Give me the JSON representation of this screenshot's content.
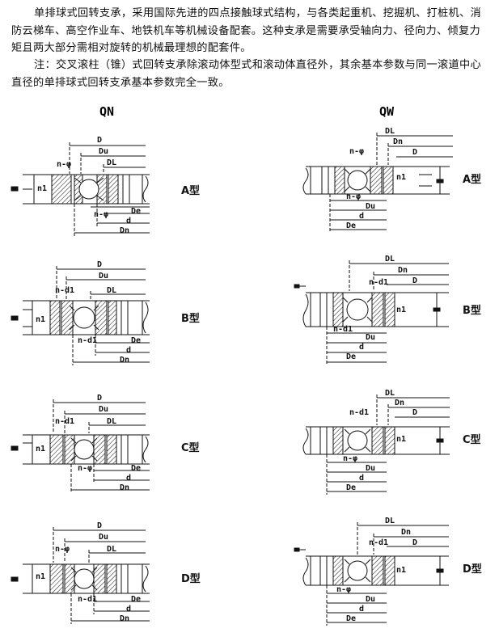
{
  "intro": {
    "paragraph1": "单排球式回转支承，采用国际先进的四点接触球式结构，与各类起重机、挖掘机、打桩机、消防云梯车、高空作业车、地铁机车等机械设备配套。这种支承是需要承受轴向力、径向力、倾复力矩且两大部分需相对旋转的机械最理想的配套件。",
    "paragraph2": "注：交叉滚柱（锥）式回转支承除滚动体型式和滚动体直径外，其余基本参数与同一滚道中心直径的单排球式回转支承基本参数完全一致。"
  },
  "columns": {
    "left": "QN",
    "right": "QW"
  },
  "dims": {
    "D": "D",
    "Du": "Du",
    "DL": "DL",
    "Dn": "Dn",
    "De": "De",
    "d": "d",
    "n1": "n1",
    "n_phi": "n-φ",
    "n_d1": "n-d1"
  },
  "types": [
    "A型",
    "B型",
    "C型",
    "D型"
  ]
}
